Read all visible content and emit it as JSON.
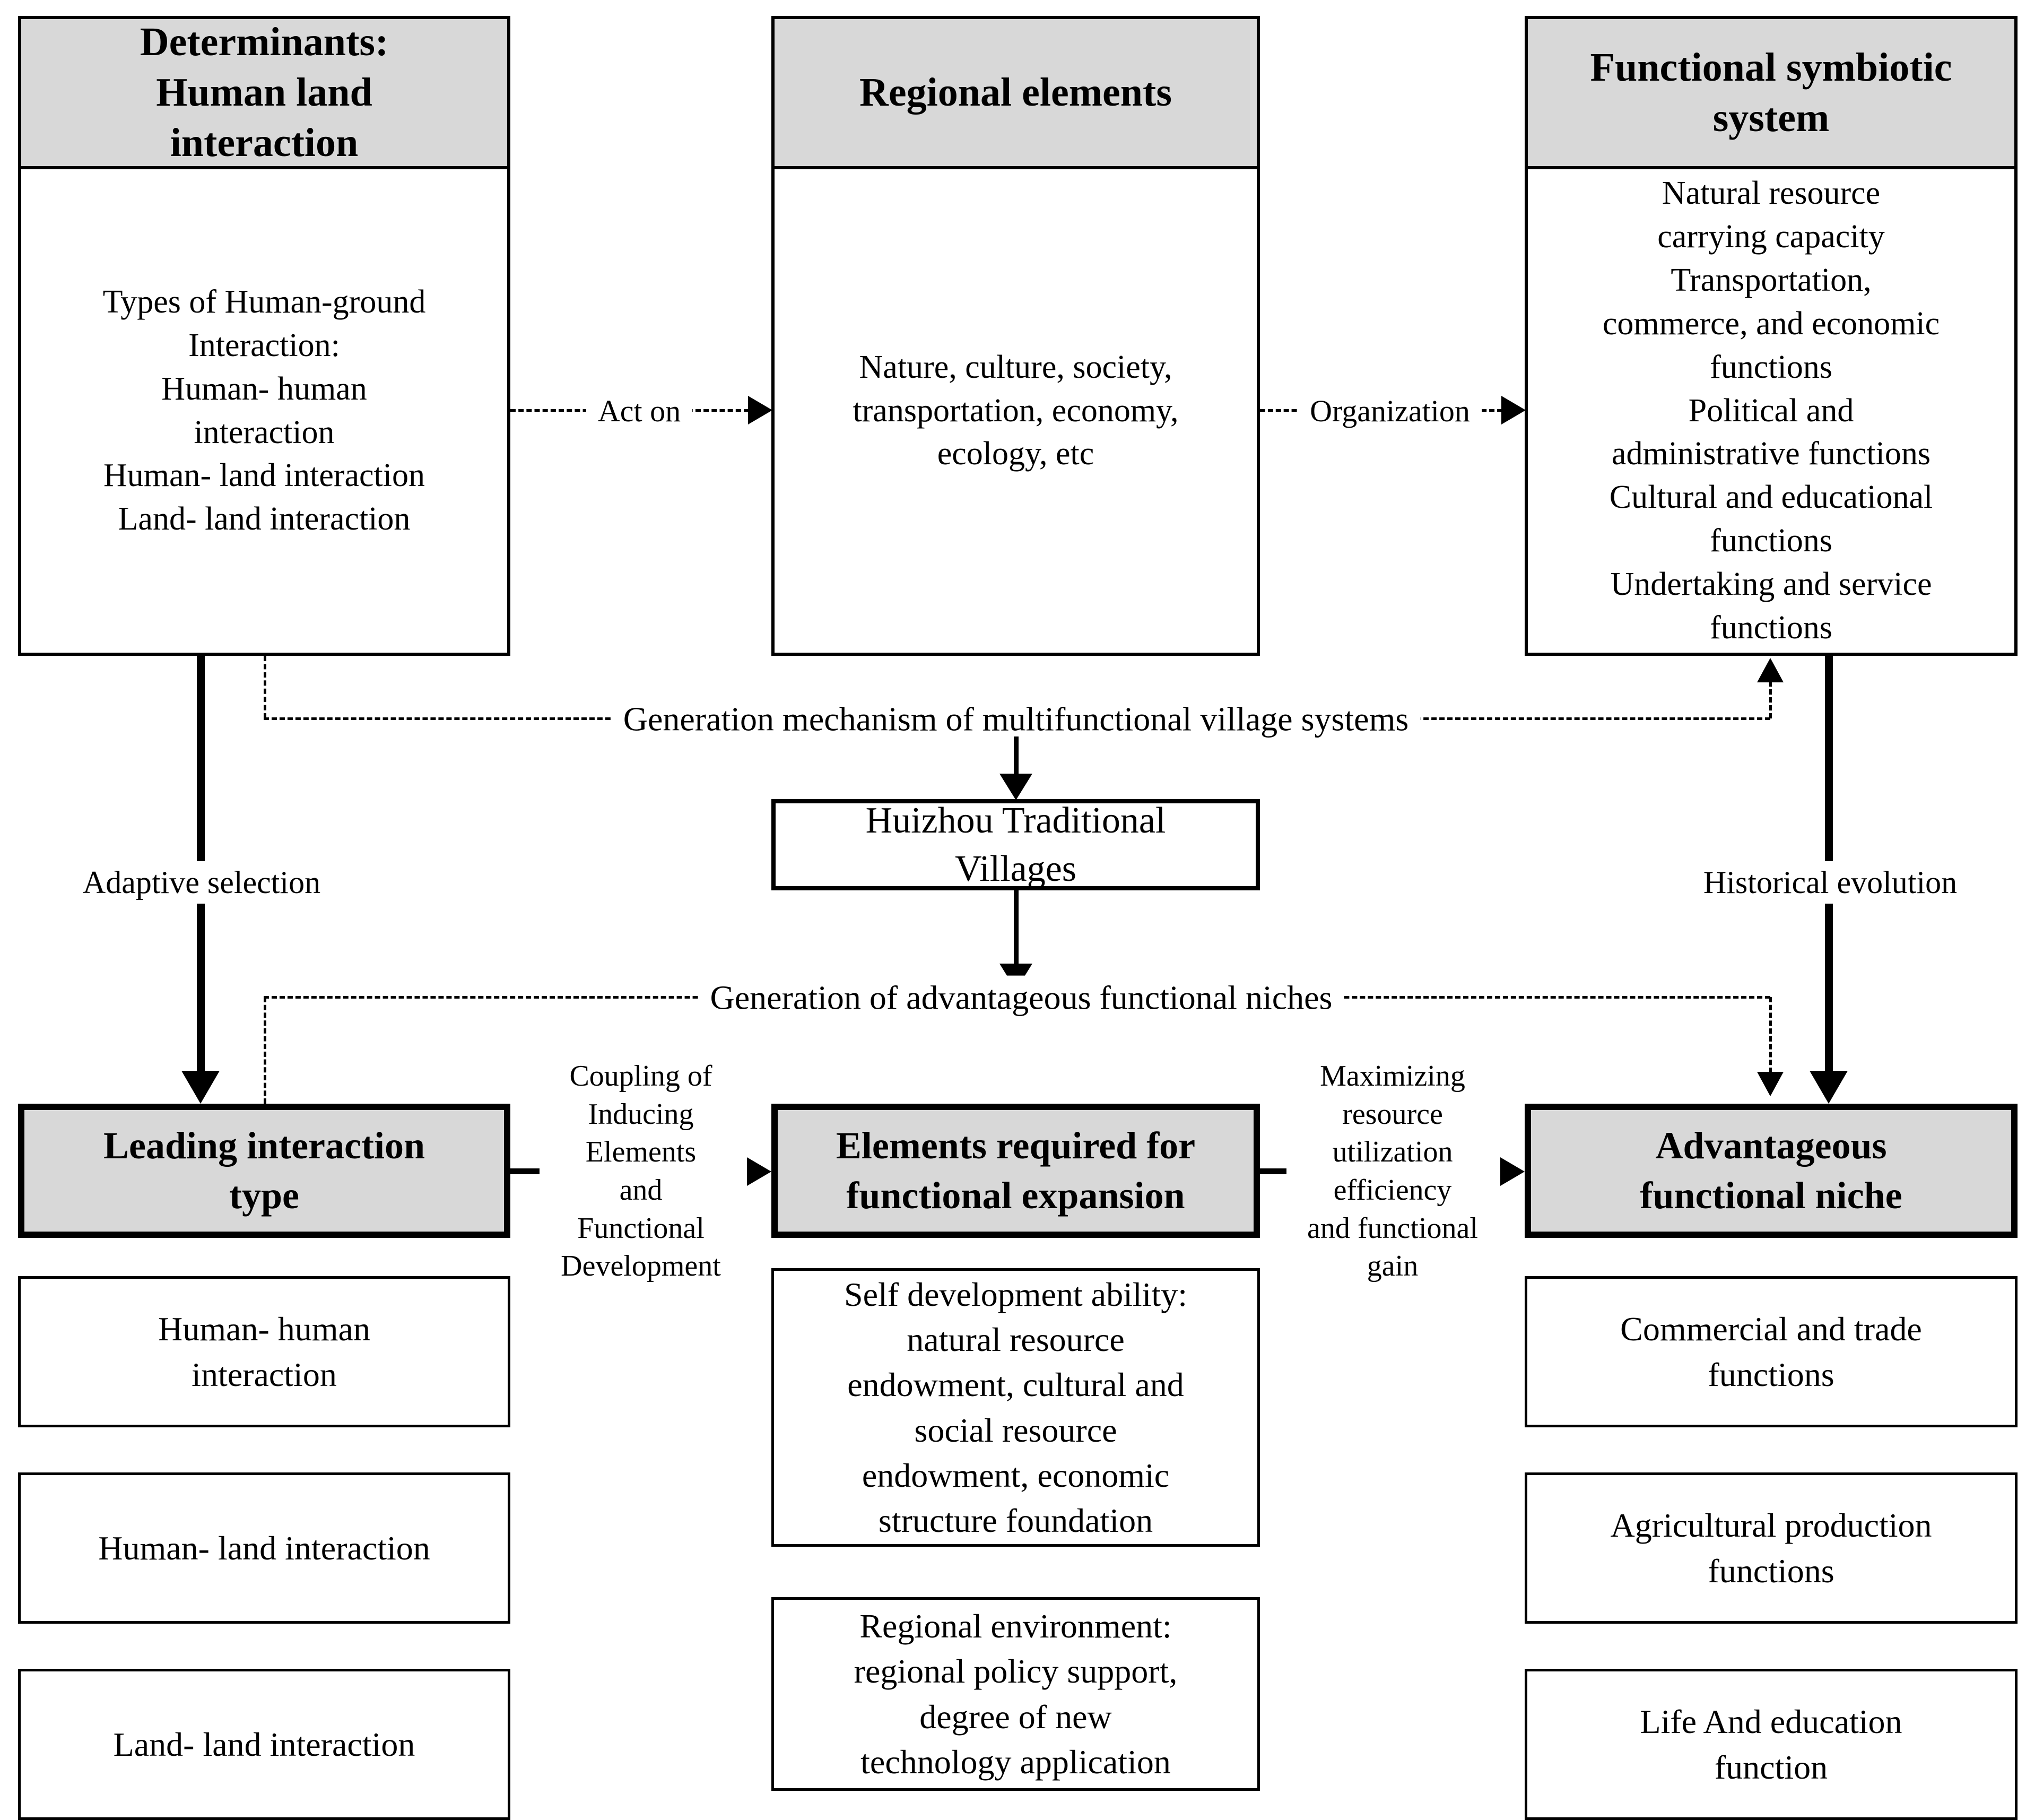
{
  "colors": {
    "header_fill": "#d8d8d8",
    "box_fill": "#ffffff",
    "line": "#000000"
  },
  "top_row": {
    "determinants": {
      "title": "Determinants:\nHuman land\ninteraction",
      "body": "Types of Human-ground\nInteraction:\nHuman- human\ninteraction\nHuman- land interaction\nLand- land interaction"
    },
    "regional": {
      "title": "Regional elements",
      "body": "Nature, culture, society,\ntransportation, economy,\necology, etc"
    },
    "functional": {
      "title": "Functional symbiotic\nsystem",
      "body": "Natural resource\ncarrying capacity\nTransportation,\ncommerce, and economic\nfunctions\nPolitical and\nadministrative functions\nCultural and educational\nfunctions\nUndertaking and service\nfunctions"
    }
  },
  "edges": {
    "act_on": "Act on",
    "organization": "Organization",
    "generation_mechanism": "Generation mechanism of multifunctional village systems",
    "adaptive_selection": "Adaptive selection",
    "historical_evolution": "Historical evolution",
    "generation_advantageous": "Generation of advantageous functional niches",
    "coupling": "Coupling of\nInducing\nElements\nand\nFunctional\nDevelopment",
    "maximizing": "Maximizing\nresource\nutilization\nefficiency\nand functional\ngain"
  },
  "center": {
    "huizhou": "Huizhou Traditional\nVillages"
  },
  "second_row": {
    "leading": "Leading interaction\ntype",
    "elements_required": "Elements required for\nfunctional expansion",
    "advantageous": "Advantageous\nfunctional niche"
  },
  "bottom": {
    "left": [
      "Human- human\ninteraction",
      "Human- land interaction",
      "Land- land interaction"
    ],
    "middle": [
      "Self development ability:\nnatural resource\nendowment, cultural and\nsocial resource\nendowment, economic\nstructure foundation",
      "Regional environment:\nregional policy support,\ndegree of new\ntechnology application"
    ],
    "right": [
      "Commercial and trade\nfunctions",
      "Agricultural production\nfunctions",
      "Life And education\nfunction"
    ]
  }
}
